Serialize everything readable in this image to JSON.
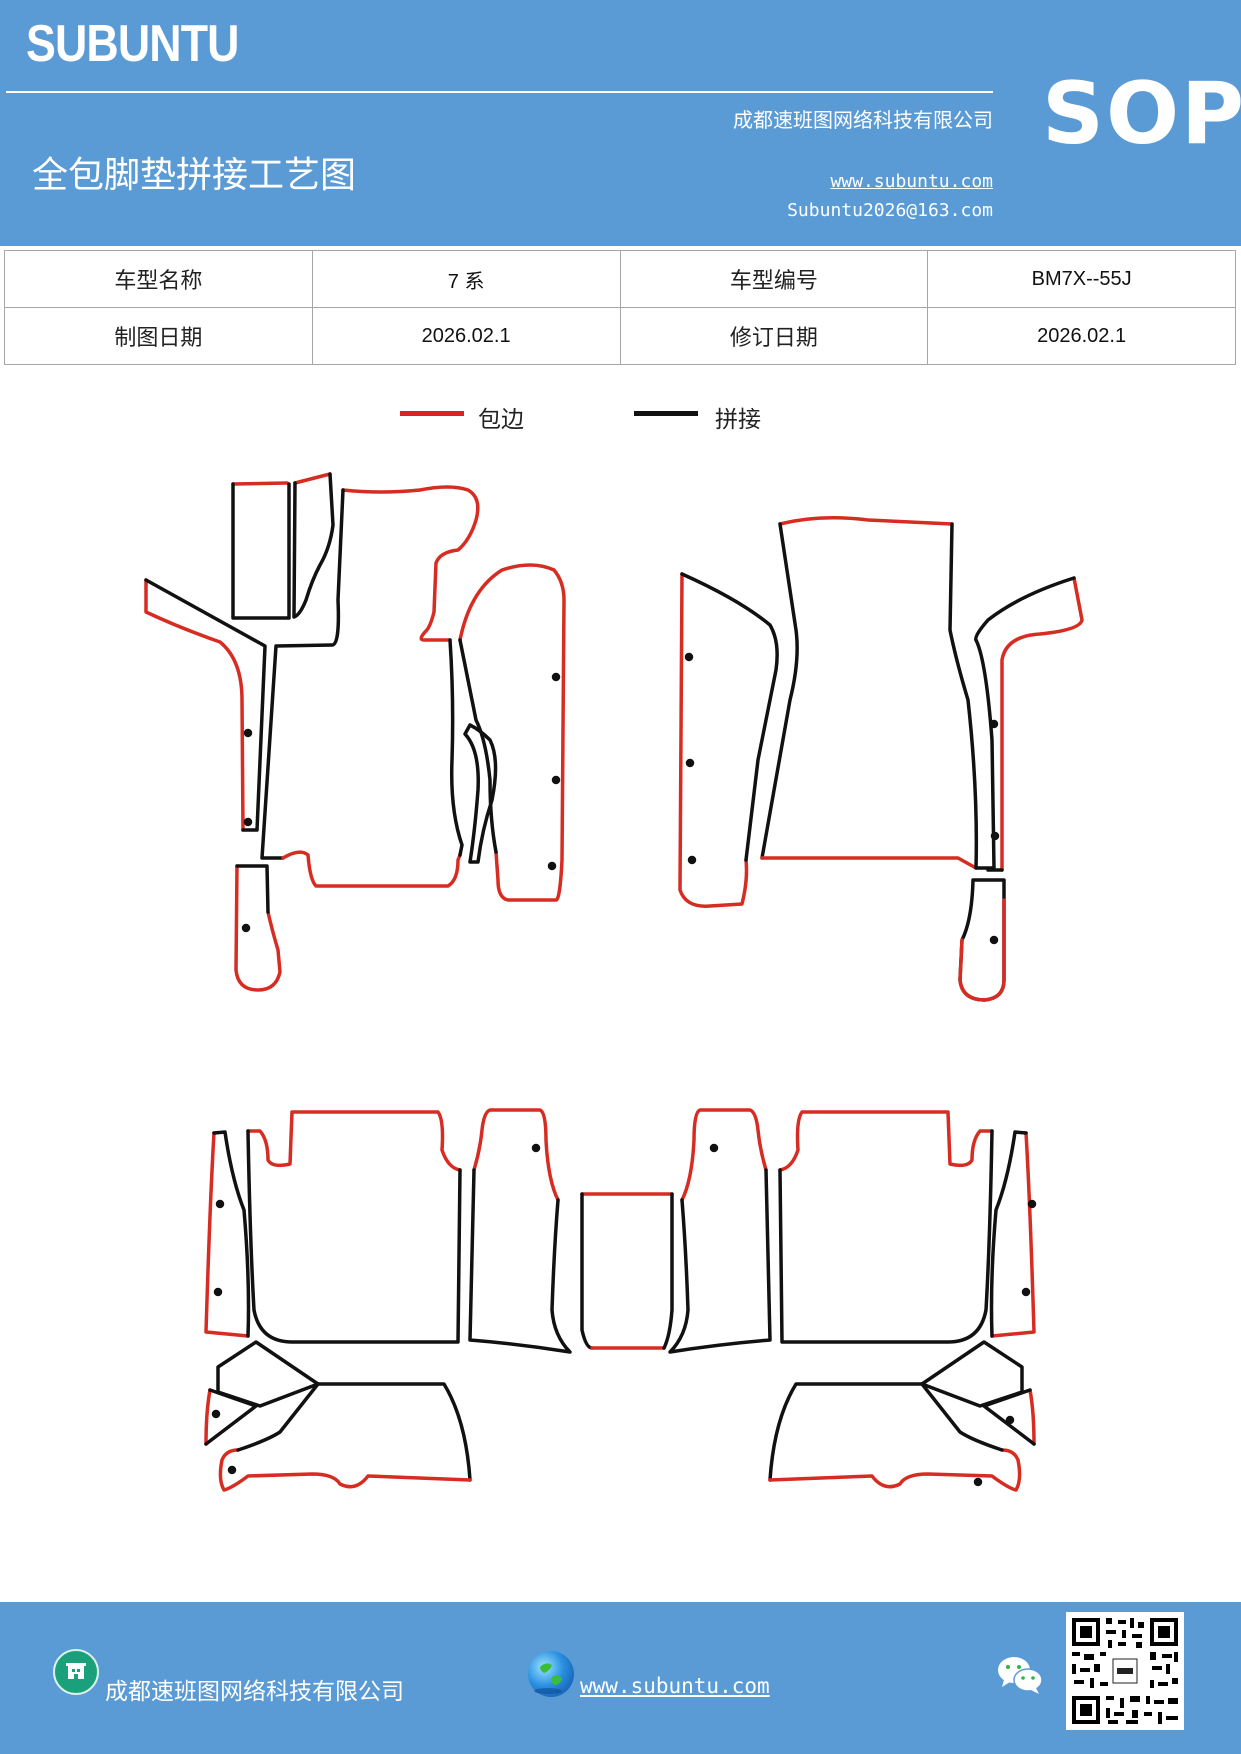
{
  "header": {
    "brand": "SUBUNTU",
    "company": "成都速班图网络科技有限公司",
    "title": "全包脚垫拼接工艺图",
    "website": "www.subuntu.com",
    "email": "Subuntu2026@163.com",
    "sop": "SOP",
    "background_color": "#5b9bd5"
  },
  "info_table": {
    "model_name_label": "车型名称",
    "model_name": "7 系",
    "model_code_label": "车型编号",
    "model_code": "BM7X--55J",
    "draw_date_label": "制图日期",
    "draw_date": "2026.02.1",
    "revise_date_label": "修订日期",
    "revise_date": "2026.02.1"
  },
  "legend": {
    "edging": {
      "label": "包边",
      "color": "#e0201b"
    },
    "splice": {
      "label": "拼接",
      "color": "#111111"
    }
  },
  "footer": {
    "company": "成都速班图网络科技有限公司",
    "website": "www.subuntu.com",
    "icons": [
      "building-icon",
      "globe-icon",
      "wechat-icon",
      "qr-code"
    ]
  }
}
